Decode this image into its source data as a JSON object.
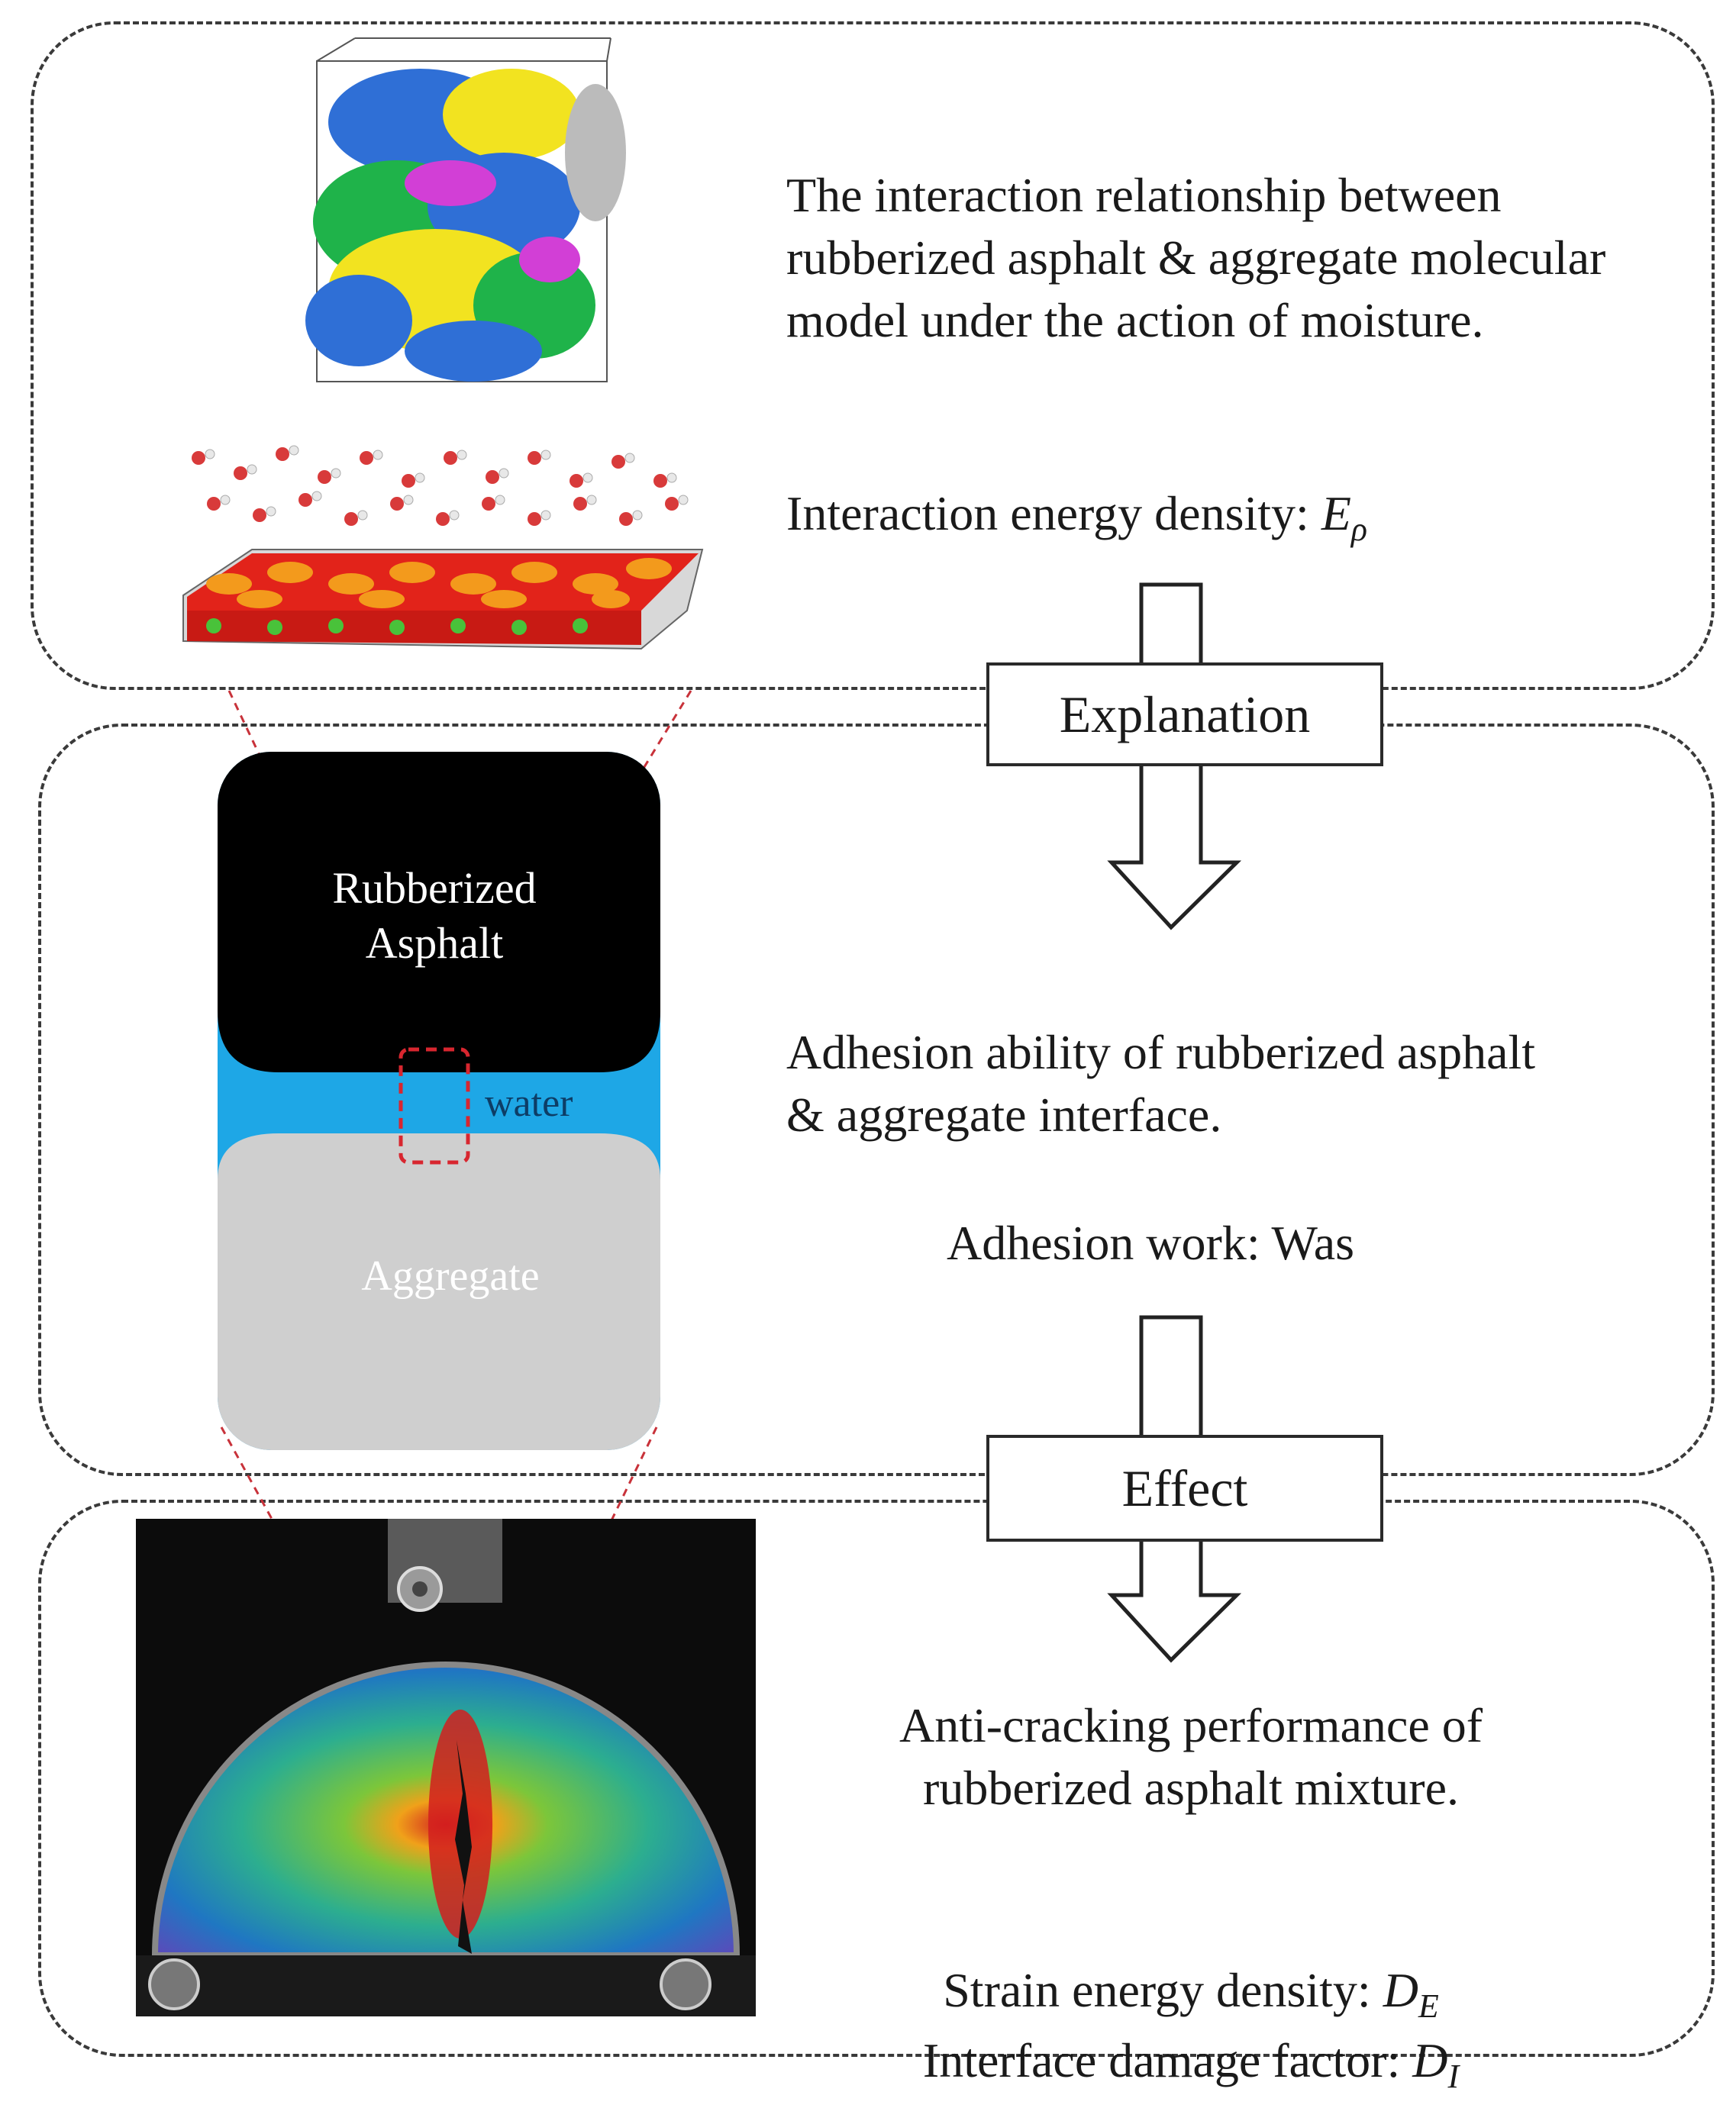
{
  "panels": {
    "top": {
      "description": "The interaction relationship between\nrubberized asphalt & aggregate molecular\nmodel under the action of moisture.",
      "metric_label": "Interaction  energy  density: ",
      "metric_symbol": "E",
      "metric_subscript": "ρ"
    },
    "middle": {
      "description": "Adhesion ability  of rubberized asphalt\n& aggregate  interface.",
      "metric": "Adhesion work:  Was"
    },
    "bottom": {
      "description": "Anti-cracking  performance of\nrubberized asphalt mixture.",
      "metric1_label": "Strain  energy  density: ",
      "metric1_symbol": "D",
      "metric1_subscript": "E",
      "metric2_label": "Interface  damage  factor: ",
      "metric2_symbol": "D",
      "metric2_subscript": "I"
    }
  },
  "arrows": {
    "explanation": "Explanation",
    "effect": "Effect"
  },
  "interface_schematic": {
    "top_layer": "Rubberized\nAsphalt",
    "middle_layer": "water",
    "bottom_layer": "Aggregate",
    "colors": {
      "asphalt": "#000000",
      "water": "#1ea7e6",
      "aggregate": "#cfcfcf"
    }
  }
}
